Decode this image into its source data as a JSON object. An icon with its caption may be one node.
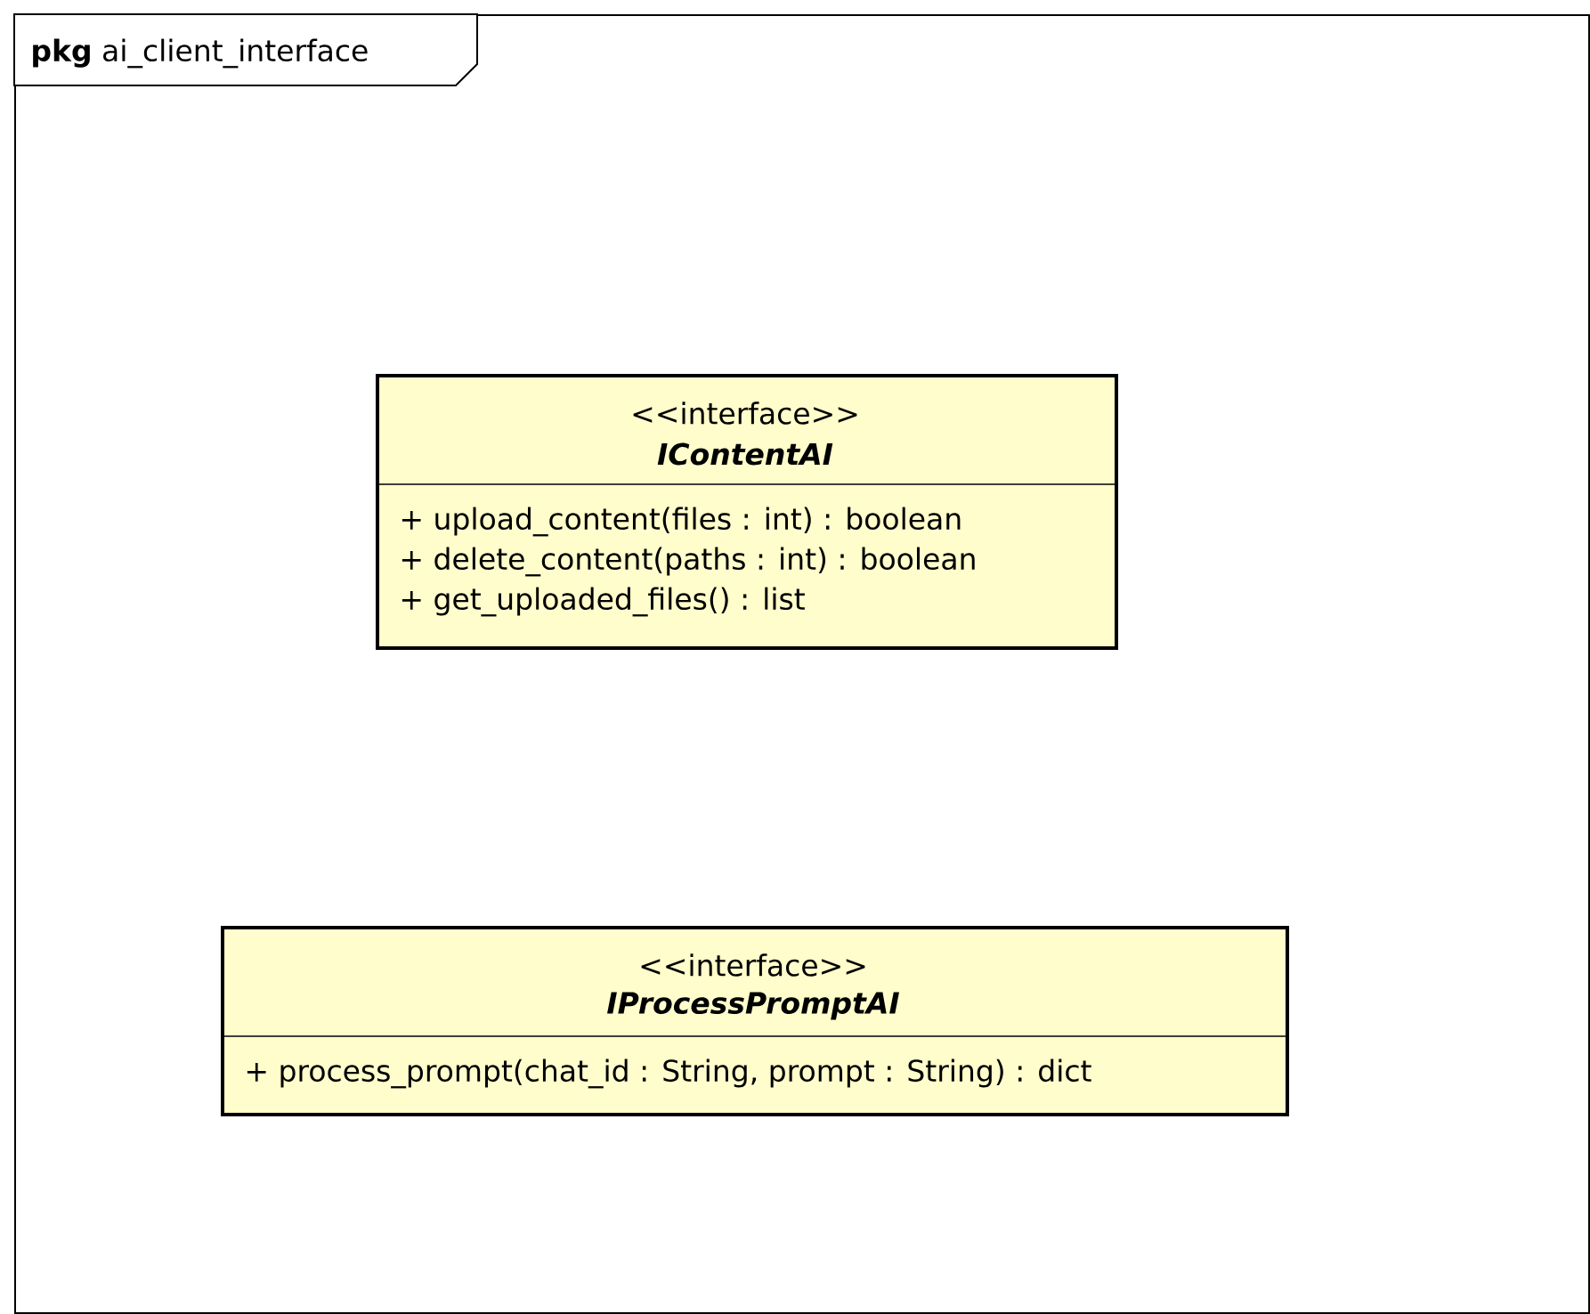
{
  "diagram": {
    "nodes": [
      {
        "text": [
          "**pkg** ai_client_interface"
        ]
      },
      {
        "text": [
          "<<interface>>",
          "IContentAI",
          "+ upload_content(files : int) : boolean",
          "+ delete_content(paths : int) : boolean",
          "+ get_uploaded_files() : list"
        ],
        "in": 0
      },
      {
        "text": [
          "<<interface>>",
          "IProcessPromptAI",
          "+ process_prompt(chat_id : String, prompt : String) : dict"
        ],
        "in": 0
      }
    ]
  }
}
